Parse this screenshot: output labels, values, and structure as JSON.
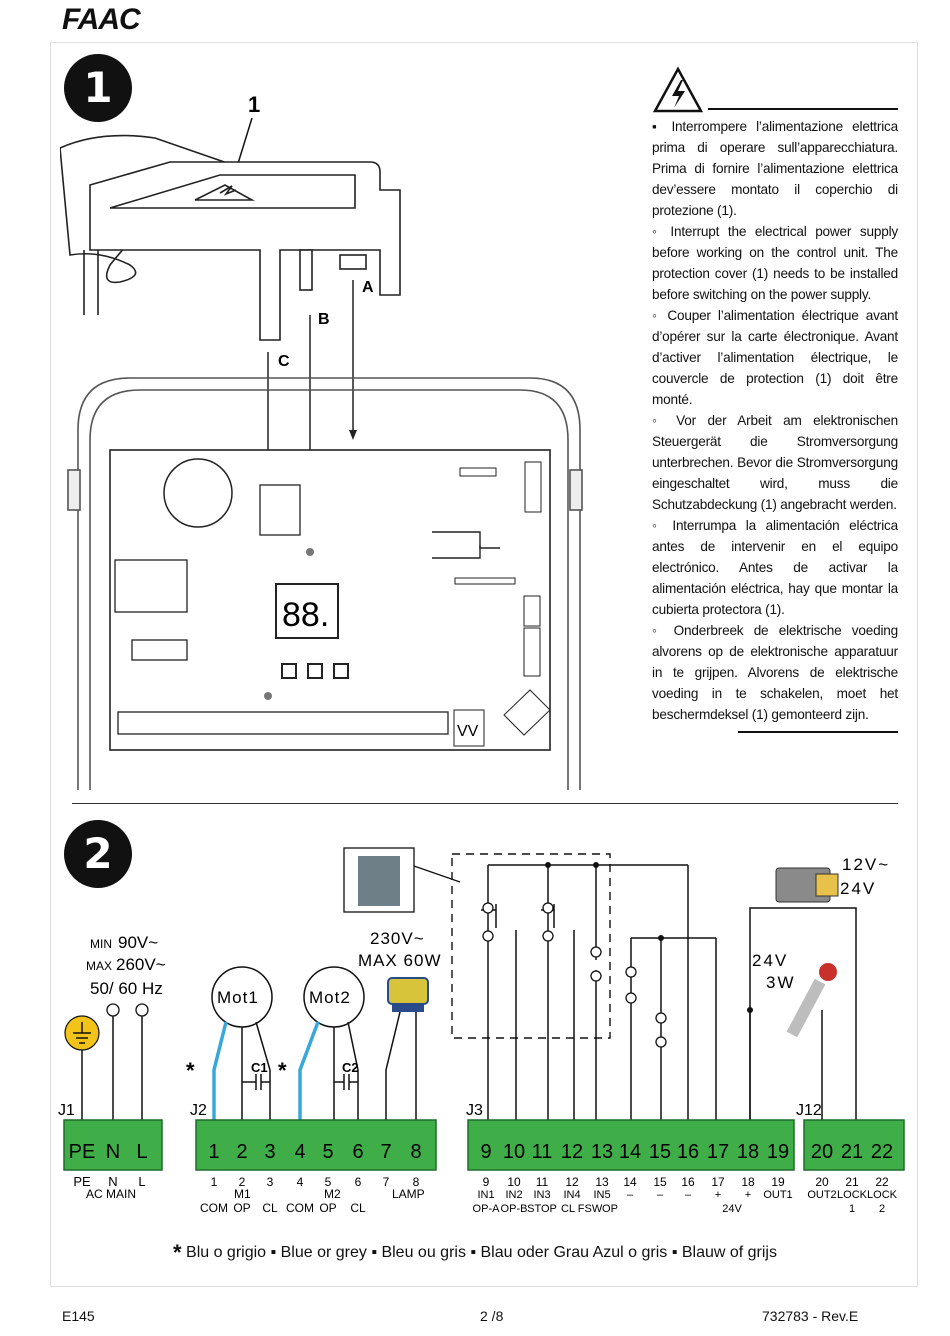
{
  "header": {
    "brand": "FAAC"
  },
  "figure1": {
    "number": "1",
    "callouts": {
      "cover": "1",
      "a": "A",
      "b": "B",
      "c": "C"
    },
    "display": "88.",
    "terminal_label": "VV",
    "warning": [
      "▪ Interrompere l’alimentazione elettrica prima di operare sull’apparecchiatura. Prima di fornire l’alimentazione elettrica dev’essere montato il coperchio di protezione (1).",
      "◦ Interrupt the electrical power supply before working on the control unit. The protection cover (1) needs to be installed before switching on the power supply.",
      "◦ Couper l’alimentation électrique avant d’opérer sur la carte électronique. Avant d’activer l’alimentation électrique, le couvercle de protection (1) doit être monté.",
      "◦ Vor der Arbeit am elektronischen Steuergerät die Stromversorgung unterbrechen. Bevor die Stromversorgung eingeschaltet wird, muss die Schutzabdeckung (1) angebracht werden.",
      "◦ Interrumpa la alimentación eléctrica antes de intervenir en el equipo electrónico. Antes de activar la alimentación eléctrica, hay que montar la cubierta protectora (1).",
      "◦ Onderbreek de elektrische voeding alvorens op de elektronische apparatuur in te grijpen. Alvorens de elektrische voeding in te schakelen, moet het beschermdeksel (1) gemonteerd zijn."
    ]
  },
  "figure2": {
    "number": "2",
    "supply": {
      "min": "MIN",
      "min_v": "90V~",
      "max": "MAX",
      "max_v": "260V~",
      "freq": "50/ 60 Hz"
    },
    "motor1": "Mot1",
    "motor2": "Mot2",
    "cap1": "C1",
    "cap2": "C2",
    "star": "*",
    "lamp": {
      "v": "230V~",
      "w": "MAX 60W"
    },
    "lock": {
      "v1": "12V~",
      "v2": "24V"
    },
    "light": {
      "v": "24V",
      "w": "3W"
    },
    "connectors": {
      "j1": "J1",
      "j2": "J2",
      "j3": "J3",
      "j12": "J12"
    },
    "j1_pins": [
      "PE",
      "N",
      "L"
    ],
    "j2_pins": [
      "1",
      "2",
      "3",
      "4",
      "5",
      "6",
      "7",
      "8"
    ],
    "j3_pins": [
      "9",
      "10",
      "11",
      "12",
      "13",
      "14",
      "15",
      "16",
      "17",
      "18",
      "19"
    ],
    "j12_pins": [
      "20",
      "21",
      "22"
    ],
    "legend_j1": {
      "pins": [
        "PE",
        "N",
        "L"
      ],
      "group": "AC MAIN"
    },
    "legend_j2": {
      "nums": [
        "1",
        "2",
        "3",
        "4",
        "5",
        "6",
        "7",
        "8"
      ],
      "m1": "M1",
      "m2": "M2",
      "lamp": "LAMP",
      "sub": [
        "COM",
        "OP",
        "CL",
        "COM",
        "OP",
        "CL"
      ]
    },
    "legend_j3": {
      "nums": [
        "9",
        "10",
        "11",
        "12",
        "13",
        "14",
        "15",
        "16",
        "17",
        "18",
        "19"
      ],
      "row1": [
        "IN1",
        "IN2",
        "IN3",
        "IN4",
        "IN5",
        "–",
        "–",
        "–",
        "+",
        "+",
        "OUT1"
      ],
      "row2": [
        "OP-A",
        "OP-B",
        "STOP",
        "CL",
        "FSW",
        "OP",
        "24V"
      ]
    },
    "legend_j12": {
      "nums": [
        "20",
        "21",
        "22"
      ],
      "row1": [
        "OUT2",
        "LOCK",
        "LOCK"
      ],
      "row2": [
        "1",
        "2"
      ]
    }
  },
  "footnote": {
    "star": "*",
    "text": "Blu o grigio ▪ Blue or grey ▪ Bleu ou gris ▪ Blau oder Grau Azul o gris ▪ Blauw of grijs"
  },
  "footer": {
    "left": "E145",
    "center": "2 /8",
    "right": "732783 - Rev.E"
  },
  "colors": {
    "terminal_green": "#3fae49",
    "wire_blue": "#3aa7dc",
    "earth_yellow": "#f2c318"
  }
}
